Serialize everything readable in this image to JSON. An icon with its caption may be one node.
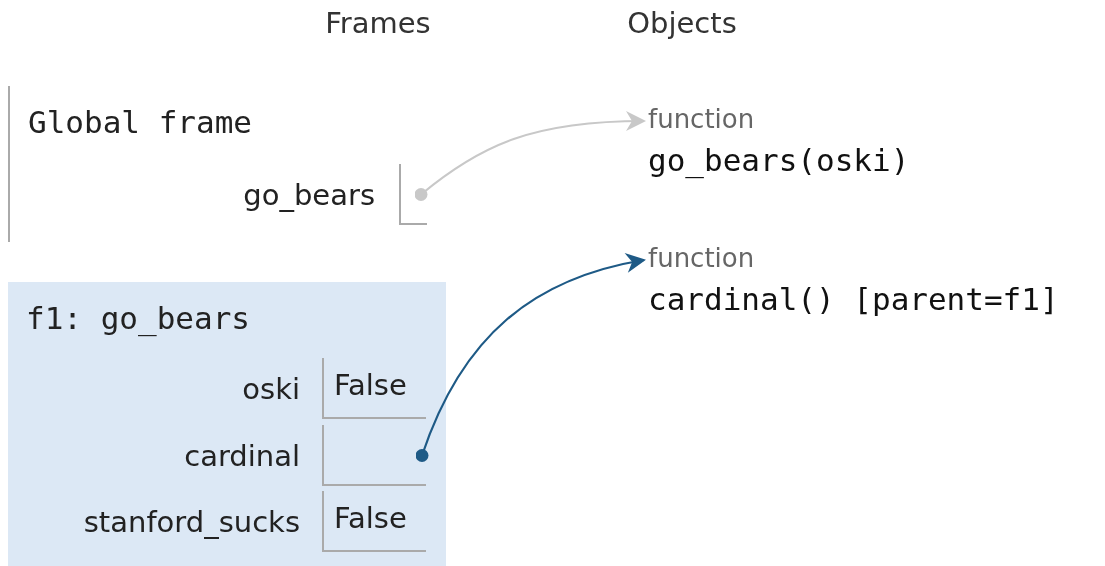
{
  "diagram": {
    "nodes": [
      {
        "text": [
          "Global frame"
        ]
      },
      {
        "text": [],
        "shape": "box",
        "in": 0,
        "beside": [
          "go_bears"
        ]
      },
      {
        "text": [
          "function",
          "go_bears(oski)"
        ]
      },
      {
        "text": [
          "f1: go_bears"
        ]
      },
      {
        "text": [
          "False"
        ],
        "in": 3,
        "beside": [
          "oski"
        ]
      },
      {
        "text": [],
        "shape": "box",
        "in": 3,
        "beside": [
          "cardinal"
        ]
      },
      {
        "text": [
          "False"
        ],
        "in": 3,
        "beside": [
          "stanford_sucks"
        ]
      },
      {
        "text": [
          "function",
          "cardinal() [parent=f1]"
        ]
      }
    ],
    "edges": [
      {
        "from": 1,
        "to": 2,
        "arrow": "to",
        "color": "#c8c8c8"
      },
      {
        "from": 5,
        "to": 7,
        "arrow": "to",
        "color": "#1e5a86"
      }
    ],
    "labels": [
      "Frames",
      "Objects"
    ]
  }
}
